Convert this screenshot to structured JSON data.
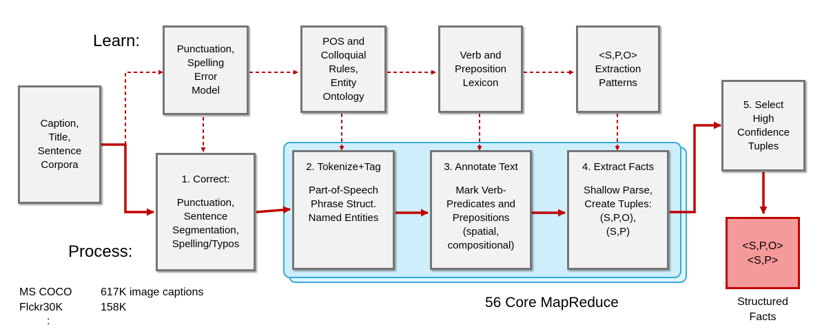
{
  "labels": {
    "learn": "Learn:",
    "process": "Process:",
    "mapreduce": "56 Core MapReduce",
    "structured": [
      "Structured",
      "Facts"
    ]
  },
  "corpus": [
    "Caption,",
    "Title,",
    "Sentence",
    "Corpora"
  ],
  "learn_boxes": [
    [
      "Punctuation,",
      "Spelling",
      "Error",
      "Model"
    ],
    [
      "POS and",
      "Colloquial",
      "Rules,",
      "Entity",
      "Ontology"
    ],
    [
      "Verb and",
      "Preposition",
      "Lexicon"
    ],
    [
      "<S,P,O>",
      "Extraction",
      "Patterns"
    ]
  ],
  "steps": [
    {
      "title": "1. Correct:",
      "body": [
        "Punctuation,",
        "Sentence",
        "Segmentation,",
        "Spelling/Typos"
      ]
    },
    {
      "title": "2. Tokenize+Tag",
      "body": [
        "Part-of-Speech",
        "Phrase Struct.",
        "Named Entities"
      ]
    },
    {
      "title": "3. Annotate Text",
      "body": [
        "Mark Verb-",
        "Predicates and",
        "Prepositions",
        "(spatial,",
        "compositional)"
      ]
    },
    {
      "title": "4. Extract Facts",
      "body": [
        "Shallow Parse,",
        "Create Tuples:",
        "(S,P,O),",
        "(S,P)"
      ]
    }
  ],
  "select": [
    "5. Select",
    "High",
    "Confidence",
    "Tuples"
  ],
  "output": [
    "<S,P,O>",
    "<S,P>"
  ],
  "datasets": [
    {
      "name": "MS COCO",
      "size": "617K image captions"
    },
    {
      "name": "Flckr30K",
      "size": "158K"
    }
  ],
  "ellipsis": ":",
  "colors": {
    "arrow": "#c00000",
    "box_border": "#757575",
    "box_fill": "#f2f2f2",
    "panel_fill": "#cdeefa",
    "panel_border": "#37a9d9",
    "output_fill": "#f59a9a"
  }
}
